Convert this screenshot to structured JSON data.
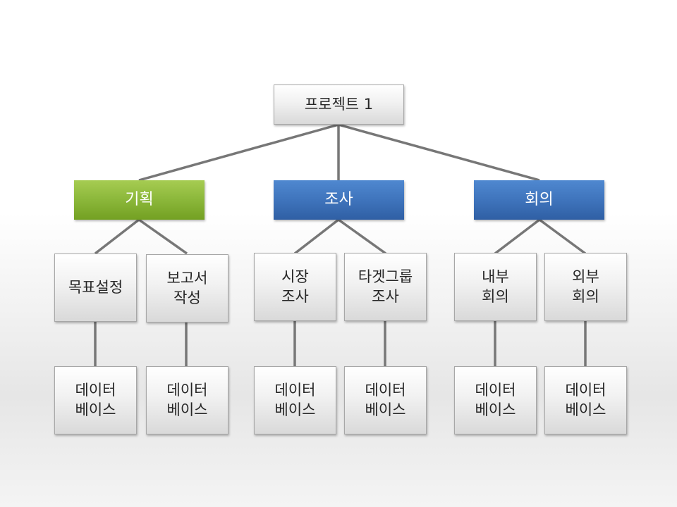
{
  "root": {
    "label": "프로젝트 1"
  },
  "branches": [
    {
      "label": "기획",
      "color": "#8bb73a",
      "children": [
        {
          "label": "목표설정",
          "leaf": "데이터\n베이스"
        },
        {
          "label": "보고서\n작성",
          "leaf": "데이터\n베이스"
        }
      ]
    },
    {
      "label": "조사",
      "color": "#3f74bc",
      "children": [
        {
          "label": "시장\n조사",
          "leaf": "데이터\n베이스"
        },
        {
          "label": "타겟그룹\n조사",
          "leaf": "데이터\n베이스"
        }
      ]
    },
    {
      "label": "회의",
      "color": "#3f74bc",
      "children": [
        {
          "label": "내부\n회의",
          "leaf": "데이터\n베이스"
        },
        {
          "label": "외부\n회의",
          "leaf": "데이터\n베이스"
        }
      ]
    }
  ]
}
